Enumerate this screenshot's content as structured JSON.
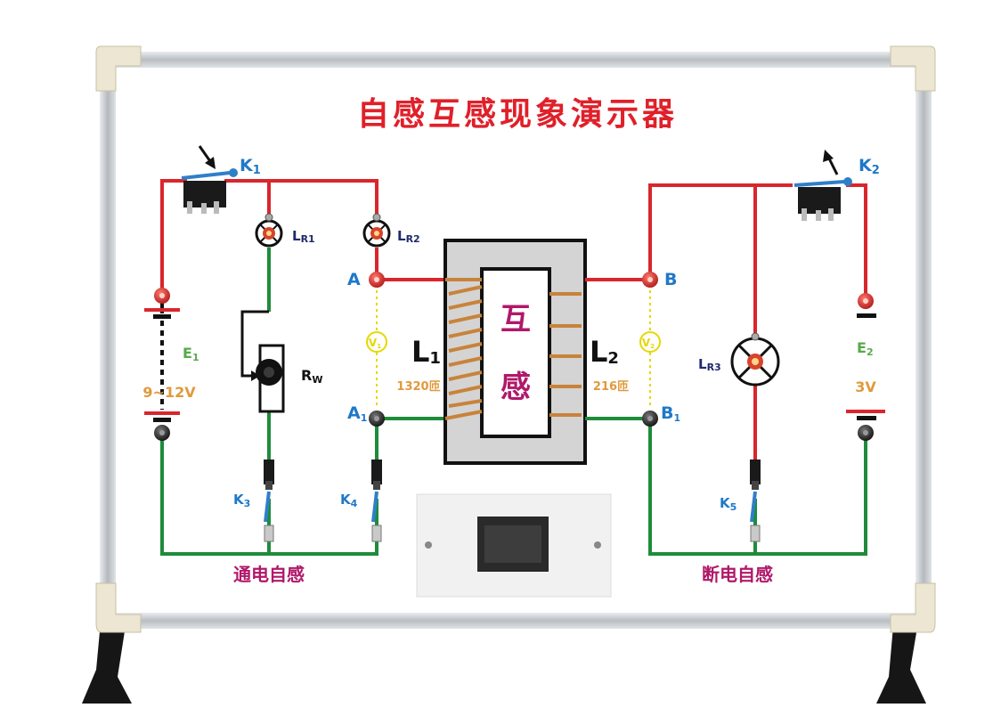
{
  "title": "自感互感现象演示器",
  "switches": {
    "k1": {
      "letter": "K",
      "sub": "1"
    },
    "k2": {
      "letter": "K",
      "sub": "2"
    },
    "k3": {
      "letter": "K",
      "sub": "3"
    },
    "k4": {
      "letter": "K",
      "sub": "4"
    },
    "k5": {
      "letter": "K",
      "sub": "5"
    }
  },
  "lamps": {
    "lr1": {
      "letter": "L",
      "sub": "R1"
    },
    "lr2": {
      "letter": "L",
      "sub": "R2"
    },
    "lr3": {
      "letter": "L",
      "sub": "R3"
    }
  },
  "rheostat": {
    "letter": "R",
    "sub": "W"
  },
  "batteries": {
    "e1": {
      "letter": "E",
      "sub": "1",
      "voltage": "9~12V"
    },
    "e2": {
      "letter": "E",
      "sub": "2",
      "voltage": "3V"
    }
  },
  "terminals": {
    "a": "A",
    "a1": {
      "letter": "A",
      "sub": "1"
    },
    "b": "B",
    "b1": {
      "letter": "B",
      "sub": "1"
    }
  },
  "voltmeters": {
    "v1": {
      "letter": "V",
      "sub": "1"
    },
    "v2": {
      "letter": "V",
      "sub": "2"
    }
  },
  "coils": {
    "l1": {
      "letter": "L",
      "sub": "1",
      "turns": "1320匝"
    },
    "l2": {
      "letter": "L",
      "sub": "2",
      "turns": "216匝"
    }
  },
  "core_label": [
    "互",
    "感"
  ],
  "section_labels": {
    "left": "通电自感",
    "right": "断电自感"
  },
  "colors": {
    "title": "#e0202a",
    "wire_red": "#d9262c",
    "wire_green": "#1e8c3a",
    "label_blue": "#1f78c8",
    "label_navy": "#1f2a6b",
    "label_green": "#5aa84c",
    "label_orange": "#e09a3c",
    "magenta": "#b0186a",
    "voltmeter": "#e6d800"
  }
}
